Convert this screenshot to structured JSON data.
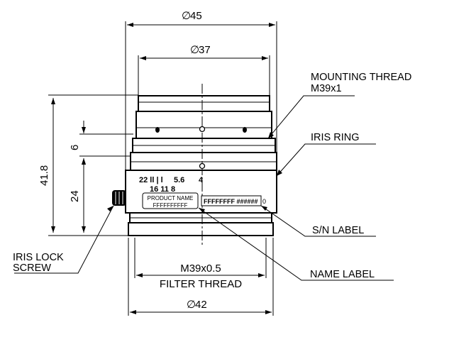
{
  "dimensions": {
    "outer_diameter": "45",
    "inner_diameter": "37",
    "length_total": "41.8",
    "upper_step": "6",
    "lower_section": "24",
    "filter_thread_size": "M39x0.5",
    "base_diameter": "42",
    "diameter_symbol": "∅"
  },
  "callouts": {
    "mounting_thread": "MOUNTING THREAD",
    "mounting_thread_spec": "M39x1",
    "iris_ring": "IRIS RING",
    "sn_label": "S/N LABEL",
    "name_label": "NAME LABEL",
    "iris_lock_screw_line1": "IRIS LOCK",
    "iris_lock_screw_line2": "SCREW",
    "filter_thread": "FILTER THREAD"
  },
  "lens_markings": {
    "aperture_scale_left": "22 ll | l",
    "aperture_value": "5.6",
    "aperture_right": "4",
    "scale_numbers": "16 11 8",
    "product_name": "PRODUCT NAME",
    "product_code": "FFFFFFFFFF",
    "serial_code": "FFFFFFFF ######",
    "serial_suffix": "0"
  }
}
